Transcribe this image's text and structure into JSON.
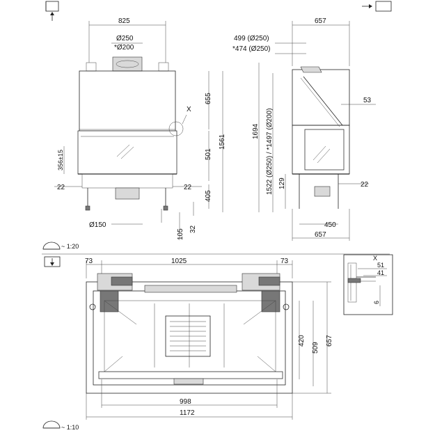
{
  "views": {
    "front": {
      "width_top": "825",
      "flue_main": "Ø250",
      "flue_alt": "*Ø200",
      "height_to_top": "655",
      "glass_height": "501",
      "overall_height": "1561",
      "door_offset": "356±15",
      "side_left": "22",
      "side_right": "22",
      "leg_height": "405",
      "air_inlet": "Ø150",
      "dim_105": "105",
      "dim_32": "32",
      "label_x": "X"
    },
    "side": {
      "flue_offset_250": "499 (Ø250)",
      "flue_offset_200": "*474 (Ø250)",
      "depth_top": "657",
      "overall_height_1694": "1694",
      "flue_height": "1522 (Ø250) / *1497 (Ø200)",
      "leg_129": "129",
      "dim_53": "53",
      "dim_22": "22",
      "dim_450": "450",
      "depth_bottom": "657"
    },
    "plan": {
      "margin_left": "73",
      "inner_width": "1025",
      "margin_right": "73",
      "glass_depth": "420",
      "inner_depth": "509",
      "overall_depth": "657",
      "firebox_width": "998",
      "overall_width": "1172"
    },
    "detail": {
      "label_x": "X",
      "dim_51": "51",
      "dim_41": "41",
      "dim_6": "6"
    },
    "scales": {
      "top_scale": "~ 1:20",
      "bottom_scale": "~ 1:10"
    }
  },
  "icons": {
    "top_view_marker": "view-from-front-icon",
    "side_view_marker": "view-from-side-icon",
    "plan_view_marker": "view-from-top-icon",
    "scale_marker": "scale-icon"
  }
}
